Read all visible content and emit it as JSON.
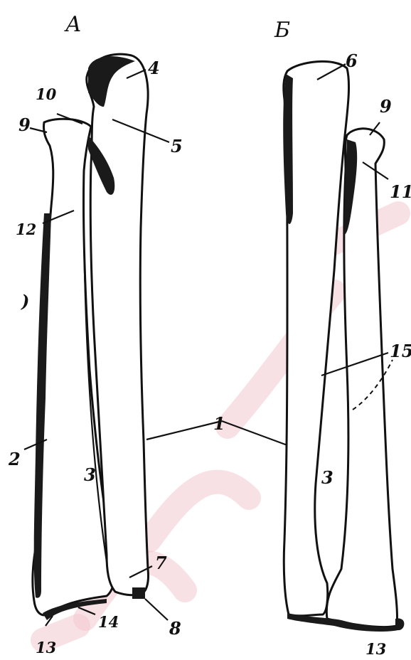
{
  "panels": [
    {
      "id": "A",
      "label": "А"
    },
    {
      "id": "B",
      "label": "Б"
    }
  ],
  "callouts": [
    "1",
    "2",
    "3",
    "4",
    "5",
    "6",
    "7",
    "8",
    "9",
    "10",
    "11",
    "12",
    "13",
    "14",
    "15"
  ],
  "callout_labels": {
    "one": "1",
    "two": "2",
    "three": "3",
    "four": "4",
    "five": "5",
    "six": "6",
    "seven": "7",
    "eight": "8",
    "nine": "9",
    "ten": "10",
    "eleven": "11",
    "twelve": "12",
    "thirteen": "13",
    "fourteen": "14",
    "fifteen": "15",
    "dot": ")"
  },
  "colors": {
    "ink": "#111111",
    "watermark": "#f3c9cf"
  }
}
